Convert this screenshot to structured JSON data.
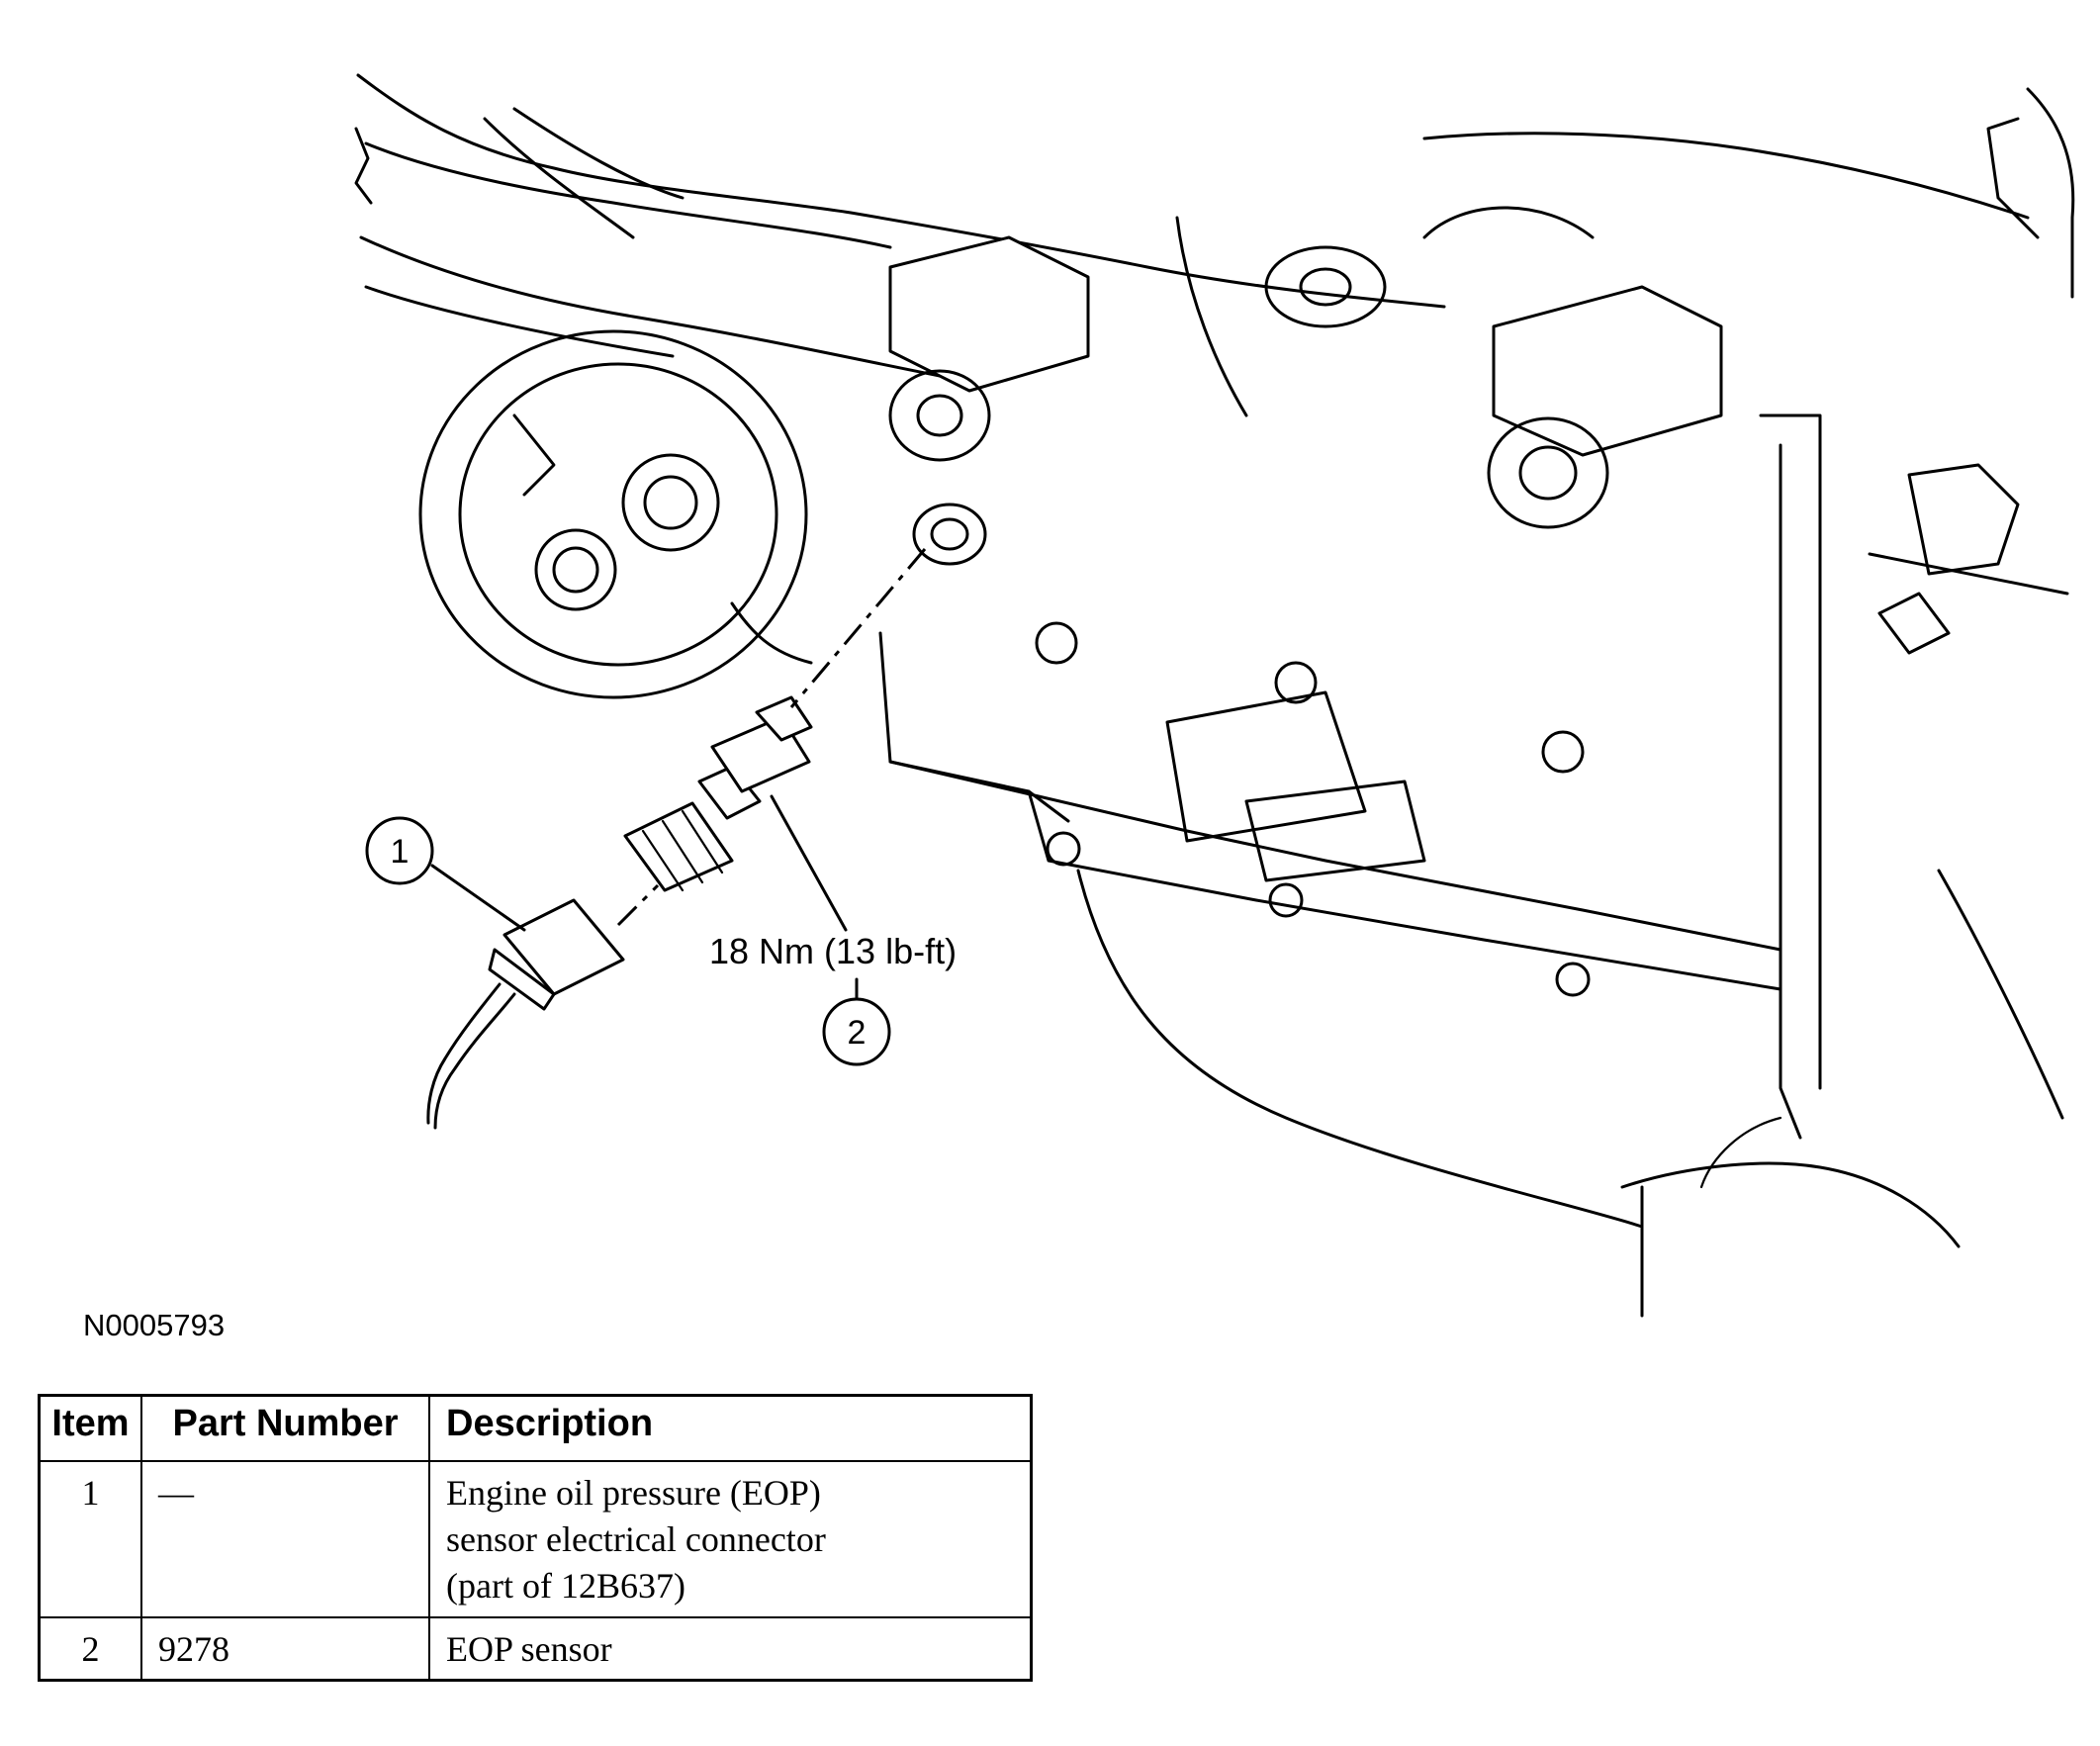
{
  "figure": {
    "id": "N0005793",
    "torque_spec": "18 Nm (13 lb-ft)",
    "callouts": [
      "1",
      "2"
    ]
  },
  "legend": {
    "headers": [
      "Item",
      "Part Number",
      "Description"
    ],
    "rows": [
      {
        "item": "1",
        "part_number": "—",
        "description": "Engine oil pressure (EOP)\nsensor electrical connector\n(part of 12B637)"
      },
      {
        "item": "2",
        "part_number": "9278",
        "description": "EOP sensor"
      }
    ]
  }
}
